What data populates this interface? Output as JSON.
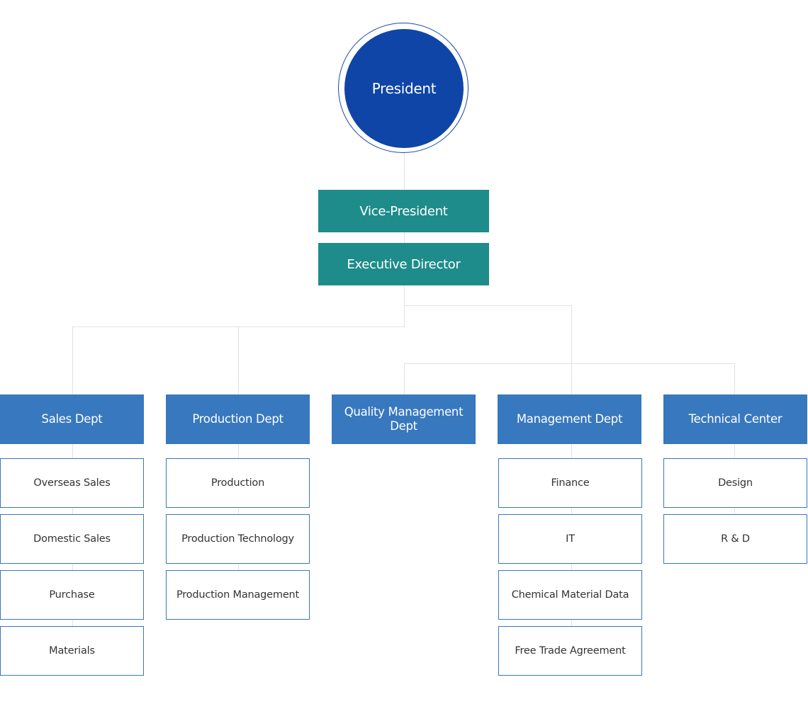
{
  "president": "President",
  "vice_president": "Vice-President",
  "executive_director": "Executive Director",
  "departments": [
    {
      "name": "Sales Dept",
      "teams": [
        "Overseas Sales",
        "Domestic Sales",
        "Purchase",
        "Materials"
      ]
    },
    {
      "name": "Production Dept",
      "teams": [
        "Production",
        "Production Technology",
        "Production Management"
      ]
    },
    {
      "name": "Quality Management Dept",
      "teams": []
    },
    {
      "name": "Management Dept",
      "teams": [
        "Finance",
        "IT",
        "Chemical Material Data",
        "Free Trade Agreement"
      ]
    },
    {
      "name": "Technical Center",
      "teams": [
        "Design",
        "R & D"
      ]
    }
  ],
  "colors": {
    "president": "#0f45a6",
    "executive": "#1e8c8a",
    "department": "#3878be",
    "connector": "#e2e2e2"
  }
}
